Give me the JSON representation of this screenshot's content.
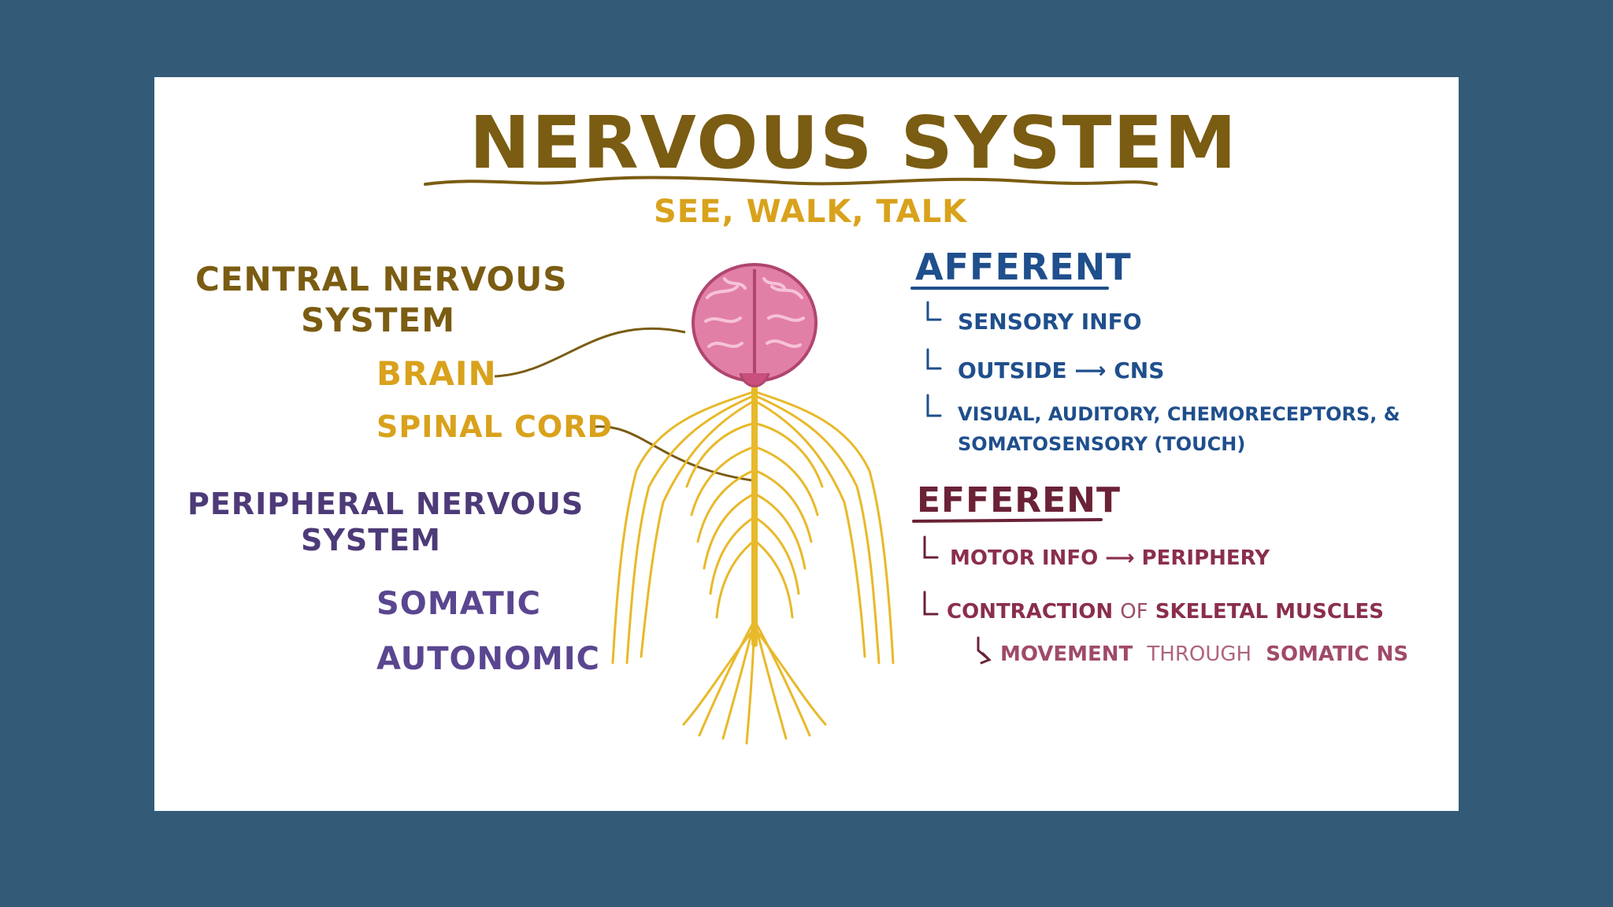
{
  "title": "NERVOUS SYSTEM",
  "tagline": "SEE, WALK, TALK",
  "cns": {
    "heading_line1": "CENTRAL NERVOUS",
    "heading_line2": "SYSTEM",
    "brain": "BRAIN",
    "spinal_cord": "SPINAL CORD"
  },
  "pns": {
    "heading_line1": "PERIPHERAL NERVOUS",
    "heading_line2": "SYSTEM",
    "somatic": "SOMATIC",
    "autonomic": "AUTONOMIC"
  },
  "afferent": {
    "heading": "AFFERENT",
    "item1": "SENSORY INFO",
    "item2": "OUTSIDE ⟶ CNS",
    "item3_line1": "VISUAL, AUDITORY, CHEMORECEPTORS, &",
    "item3_line2": "SOMATOSENSORY (TOUCH)"
  },
  "efferent": {
    "heading": "EFFERENT",
    "item1": "MOTOR INFO ⟶ PERIPHERY",
    "item2_a": "CONTRACTION",
    "item2_b": "OF",
    "item2_c": "SKELETAL MUSCLES",
    "item3_a": "MOVEMENT",
    "item3_b": "THROUGH",
    "item3_c": "SOMATIC NS"
  },
  "colors": {
    "background": "#335b77",
    "card": "#ffffff",
    "title_brown": "#7a5c12",
    "cns_gold": "#d9a21c",
    "pns_purple": "#4d3a78",
    "afferent_blue": "#1f4f8c",
    "efferent_maroon": "#6b2236",
    "efferent_pink": "#a04a6a",
    "nerve_yellow": "#e8b92a",
    "brain_pink": "#e27fa6"
  }
}
